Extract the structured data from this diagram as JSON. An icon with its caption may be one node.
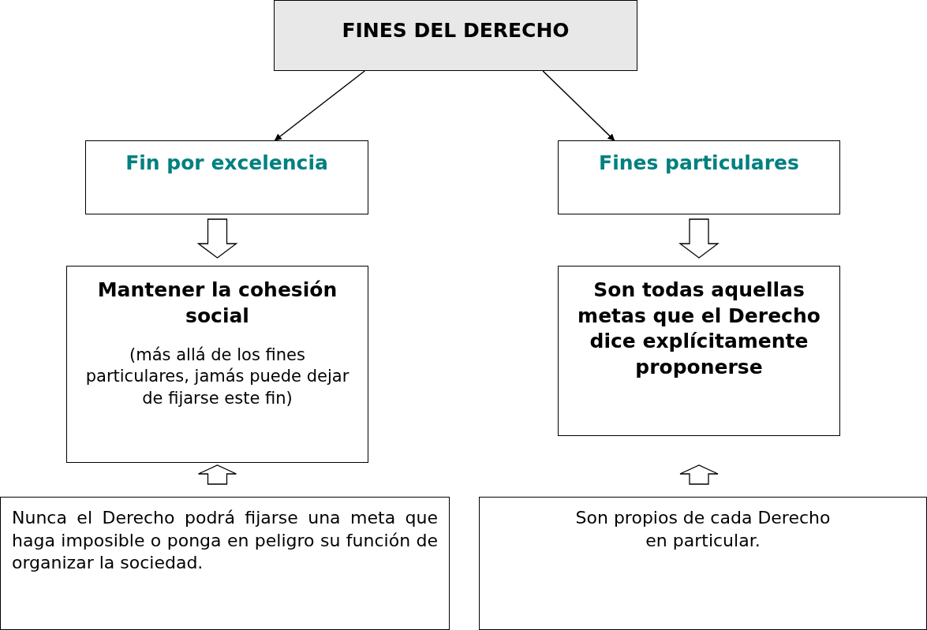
{
  "diagram": {
    "nodes": [
      {
        "text": [
          "FINES DEL DERECHO"
        ]
      },
      {
        "text": [
          "Fin por excelencia"
        ]
      },
      {
        "text": [
          "Fines particulares"
        ]
      },
      {
        "text": [
          "Mantener la cohesión social",
          "(más allá de los fines particulares, jamás puede dejar de fijarse este fin)"
        ]
      },
      {
        "text": [
          "Son todas aquellas metas que el Derecho dice explícitamente proponerse"
        ]
      },
      {
        "text": [
          "Nunca el Derecho podrá fijarse una meta que haga imposible o ponga en peligro su función de organizar la sociedad."
        ]
      },
      {
        "text": [
          "Son propios de cada Derecho en particular."
        ]
      }
    ],
    "edges": [
      {
        "from": 0,
        "to": 1,
        "arrow": "to"
      },
      {
        "from": 0,
        "to": 2,
        "arrow": "to"
      },
      {
        "from": 1,
        "to": 3,
        "arrow": "to",
        "style": "thick"
      },
      {
        "from": 2,
        "to": 4,
        "arrow": "to",
        "style": "thick"
      },
      {
        "from": 5,
        "to": 3,
        "arrow": "to",
        "style": "thick"
      },
      {
        "from": 6,
        "to": 4,
        "arrow": "to",
        "style": "thick"
      }
    ]
  }
}
